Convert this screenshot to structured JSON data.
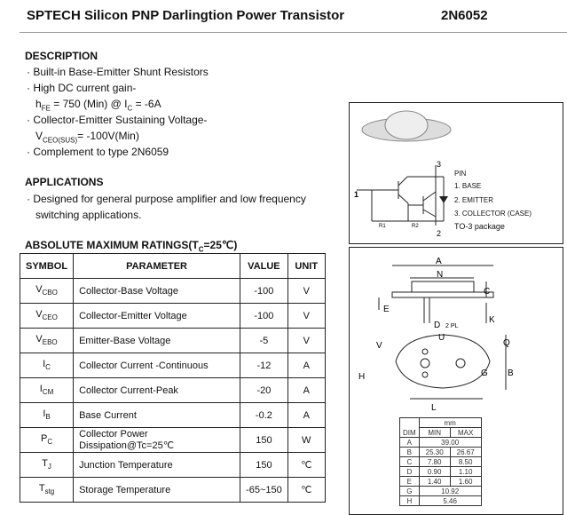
{
  "header": {
    "title": "SPTECH Silicon PNP Darlingtion Power Transistor",
    "part": "2N6052"
  },
  "description": {
    "heading": "DESCRIPTION",
    "items": [
      "· Built-in Base-Emitter Shunt Resistors",
      "· High DC current gain-",
      "· Collector-Emitter Sustaining Voltage-",
      "· Complement to type 2N6059"
    ],
    "hfe_line": "h",
    "hfe_sub": "FE",
    "hfe_rest": " = 750 (Min) @ I",
    "ic_sub": "C",
    "ic_rest": " = -6A",
    "vceo": "V",
    "vceo_sub": "CEO(SUS)",
    "vceo_rest": "= -100V(Min)"
  },
  "applications": {
    "heading": "APPLICATIONS",
    "line1": "· Designed for general purpose amplifier and low frequency",
    "line2": "switching applications."
  },
  "ratings": {
    "heading": "ABSOLUTE MAXIMUM RATINGS(T",
    "heading_sub": "C",
    "heading_rest": "=25℃)",
    "columns": [
      "SYMBOL",
      "PARAMETER",
      "VALUE",
      "UNIT"
    ],
    "rows": [
      {
        "sym": "V",
        "sub": "CBO",
        "param": "Collector-Base Voltage",
        "value": "-100",
        "unit": "V"
      },
      {
        "sym": "V",
        "sub": "CEO",
        "param": "Collector-Emitter Voltage",
        "value": "-100",
        "unit": "V"
      },
      {
        "sym": "V",
        "sub": "EBO",
        "param": "Emitter-Base Voltage",
        "value": "-5",
        "unit": "V"
      },
      {
        "sym": "I",
        "sub": "C",
        "param": "Collector Current -Continuous",
        "value": "-12",
        "unit": "A"
      },
      {
        "sym": "I",
        "sub": "CM",
        "param": "Collector Current-Peak",
        "value": "-20",
        "unit": "A"
      },
      {
        "sym": "I",
        "sub": "B",
        "param": "Base Current",
        "value": "-0.2",
        "unit": "A"
      },
      {
        "sym": "P",
        "sub": "C",
        "param": "Collector Power Dissipation@Tc=25℃",
        "value": "150",
        "unit": "W"
      },
      {
        "sym": "T",
        "sub": "J",
        "param": "Junction Temperature",
        "value": "150",
        "unit": "℃"
      },
      {
        "sym": "T",
        "sub": "stg",
        "param": "Storage Temperature",
        "value": "-65~150",
        "unit": "℃"
      }
    ]
  },
  "pinout": {
    "title": "PIN",
    "pins": [
      "1. BASE",
      "2. EMITTER",
      "3. COLLECTOR (CASE)"
    ],
    "package": "TO-3 package",
    "labels": [
      "1",
      "2",
      "3",
      "R1",
      "R2"
    ]
  },
  "dimensions": {
    "unit": "mm",
    "cols": [
      "DIM",
      "MIN",
      "MAX"
    ],
    "rows": [
      [
        "A",
        "39.00",
        ""
      ],
      [
        "B",
        "25.30",
        "26.67"
      ],
      [
        "C",
        "7.80",
        "8.50"
      ],
      [
        "D",
        "0.90",
        "1.10"
      ],
      [
        "E",
        "1.40",
        "1.60"
      ],
      [
        "G",
        "10.92",
        ""
      ],
      [
        "H",
        "5.46",
        ""
      ]
    ],
    "labels": [
      "A",
      "N",
      "C",
      "E",
      "K",
      "D",
      "2 PL",
      "U",
      "V",
      "Q",
      "L",
      "G",
      "B",
      "H"
    ]
  }
}
